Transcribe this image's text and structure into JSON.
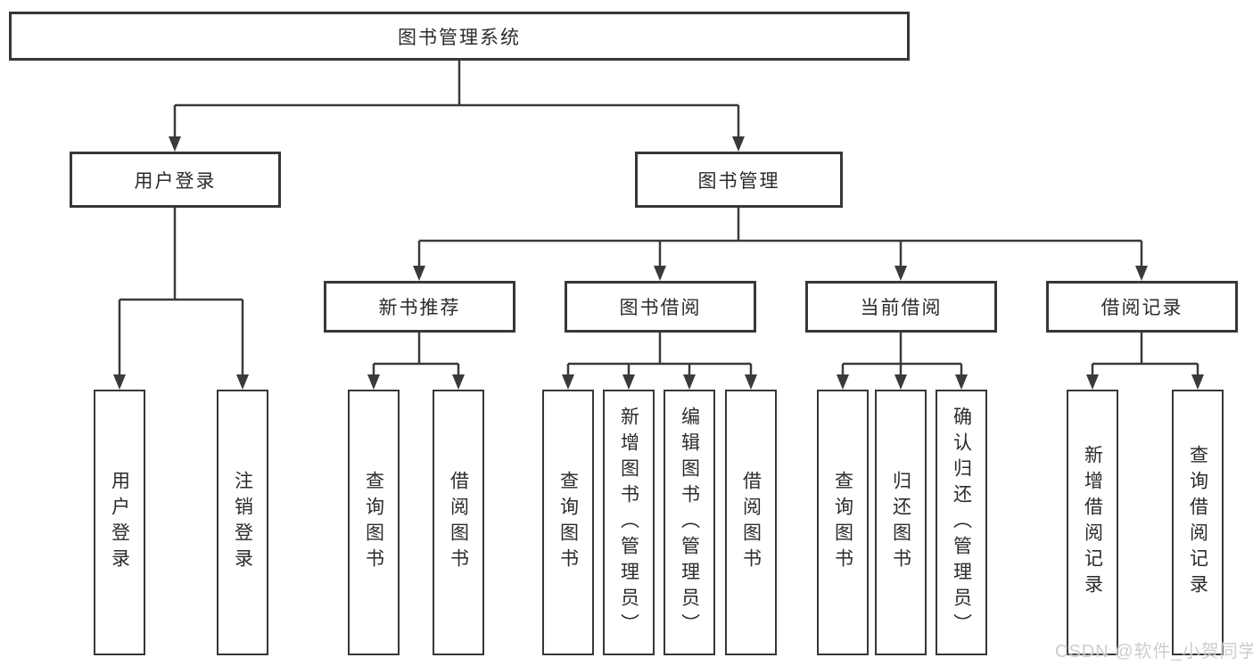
{
  "diagram": {
    "title_node": {
      "label": "图书管理系统"
    },
    "level2": [
      {
        "label": "用户登录"
      },
      {
        "label": "图书管理"
      }
    ],
    "level3": [
      {
        "label": "新书推荐",
        "parent": "图书管理"
      },
      {
        "label": "图书借阅",
        "parent": "图书管理"
      },
      {
        "label": "当前借阅",
        "parent": "图书管理"
      },
      {
        "label": "借阅记录",
        "parent": "图书管理"
      }
    ],
    "leaves": [
      {
        "label": "用户登录",
        "parent": "用户登录"
      },
      {
        "label": "注销登录",
        "parent": "用户登录"
      },
      {
        "label": "查询图书",
        "parent": "新书推荐"
      },
      {
        "label": "借阅图书",
        "parent": "新书推荐"
      },
      {
        "label": "查询图书",
        "parent": "图书借阅"
      },
      {
        "label": "新增图书（管理员）",
        "parent": "图书借阅"
      },
      {
        "label": "编辑图书（管理员）",
        "parent": "图书借阅"
      },
      {
        "label": "借阅图书",
        "parent": "图书借阅"
      },
      {
        "label": "查询图书",
        "parent": "当前借阅"
      },
      {
        "label": "归还图书",
        "parent": "当前借阅"
      },
      {
        "label": "确认归还（管理员）",
        "parent": "当前借阅"
      },
      {
        "label": "新增借阅记录",
        "parent": "借阅记录"
      },
      {
        "label": "查询借阅记录",
        "parent": "借阅记录"
      }
    ]
  },
  "watermark": {
    "text": "CSDN @软件_小贺同学"
  },
  "colors": {
    "line": "#3a3a3a",
    "border": "#373737",
    "text": "#2b2b2b",
    "background": "#ffffff",
    "watermark": "#c9c9c9"
  }
}
